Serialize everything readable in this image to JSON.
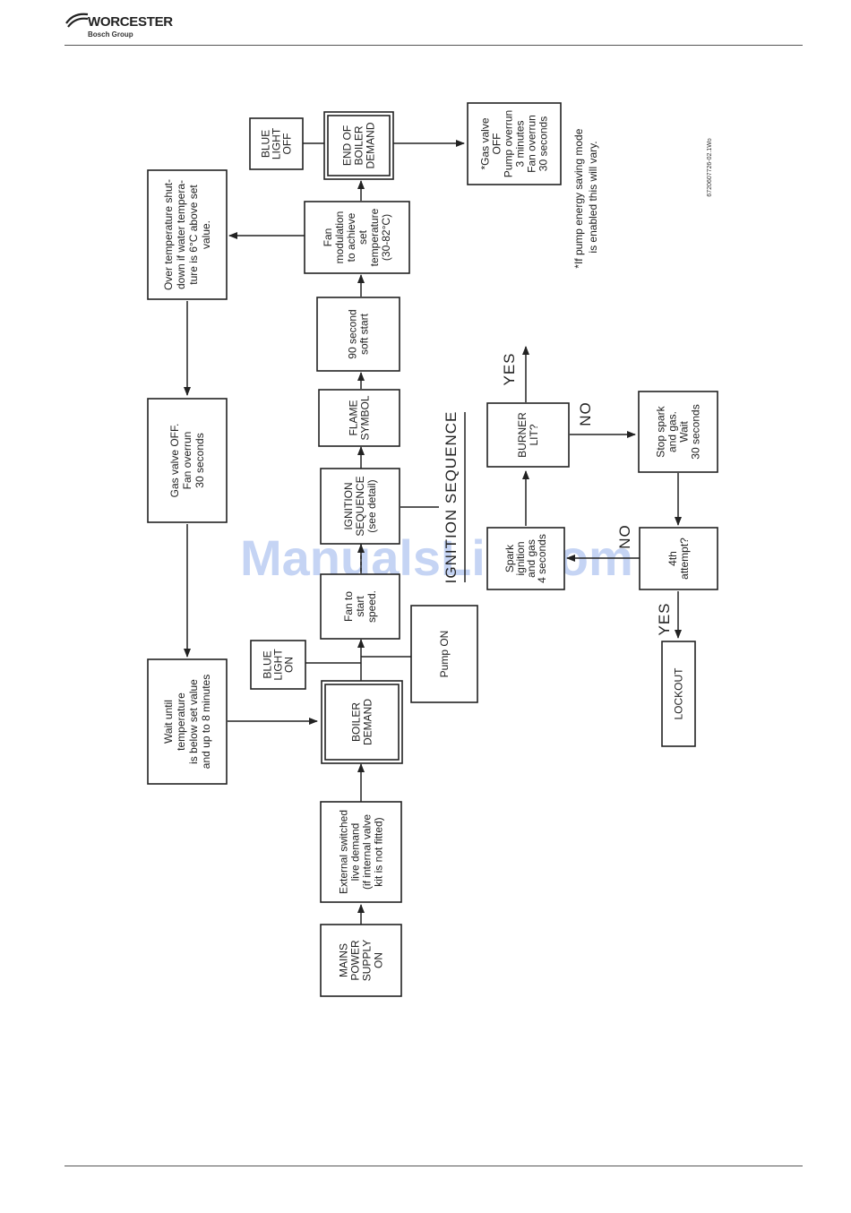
{
  "header": {
    "brand": "WORCESTER",
    "sub": "Bosch Group"
  },
  "boxes": {
    "mains": [
      "MAINS",
      "POWER",
      "SUPPLY",
      "ON"
    ],
    "external": [
      "External switched",
      "live demand",
      "(if internal valve",
      "kit is not fitted)"
    ],
    "boiler_demand": [
      "BOILER",
      "DEMAND"
    ],
    "pump_on": [
      "Pump ON"
    ],
    "blue_light_on": [
      "BLUE",
      "LIGHT",
      "ON"
    ],
    "fan_start": [
      "Fan to",
      "start",
      "speed."
    ],
    "ignition_seq": [
      "IGNITION",
      "SEQUENCE",
      "(see detail)"
    ],
    "flame_symbol": [
      "FLAME",
      "SYMBOL"
    ],
    "soft_start": [
      "90 second",
      "soft start"
    ],
    "fan_modulation": [
      "Fan",
      "modulation",
      "to achieve",
      "set",
      "temperature",
      "(30-82°C)"
    ],
    "end_demand": [
      "END OF",
      "BOILER",
      "DEMAND"
    ],
    "blue_light_off": [
      "BLUE",
      "LIGHT",
      "OFF"
    ],
    "gas_valve_off_pump": [
      "*Gas valve",
      "OFF",
      "Pump overrun",
      "3 minutes",
      "Fan overrun",
      "30 seconds"
    ],
    "over_temp": [
      "Over temperature shut-",
      "down if water tempera-",
      "ture is 6°C above set",
      "value."
    ],
    "gas_valve_off_fan": [
      "Gas valve OFF.",
      "Fan overrun",
      "30 seconds"
    ],
    "wait_until": [
      "Wait until",
      "temperature",
      "is below set value",
      "and up to 8 minutes"
    ],
    "spark_ignition": [
      "Spark",
      "ignition",
      "and gas",
      "4 seconds"
    ],
    "burner_lit": [
      "BURNER",
      "LIT?"
    ],
    "stop_spark": [
      "Stop spark",
      "and gas.",
      "Wait",
      "30 seconds"
    ],
    "fourth_attempt": [
      "4th",
      "attempt?"
    ],
    "lockout": [
      "LOCKOUT"
    ]
  },
  "labels": {
    "ignition_sequence": "IGNITION SEQUENCE",
    "yes_top": "YES",
    "no_burner": "NO",
    "no_attempt": "NO",
    "yes_lockout": "YES"
  },
  "notes": {
    "pump_saving": [
      "*If pump energy saving mode",
      "is enabled this will vary."
    ],
    "code": "6720607726-02.1Wo"
  },
  "watermark": "ManualsLib.com"
}
